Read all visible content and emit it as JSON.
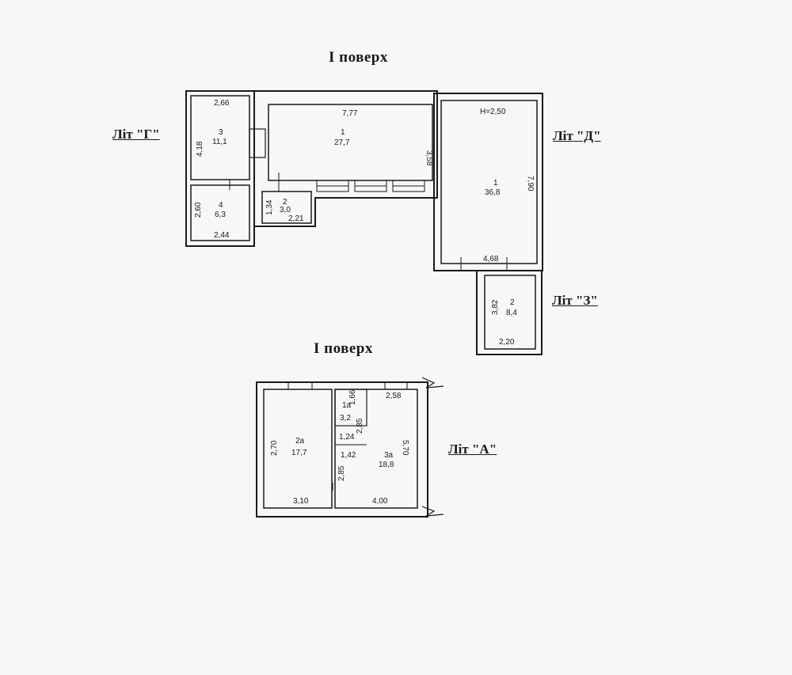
{
  "headings": {
    "top": "I поверх",
    "bottom": "I поверх"
  },
  "labels": {
    "lit_g": "Літ \"Г\"",
    "lit_d": "Літ \"Д\"",
    "lit_z": "Літ \"З\"",
    "lit_a": "Літ \"А\""
  },
  "height_mark": "Н=2,50",
  "rooms": {
    "g3": {
      "num": "3",
      "area": "11,1"
    },
    "g4": {
      "num": "4",
      "area": "6,3"
    },
    "main1": {
      "num": "1",
      "area": "27,7"
    },
    "main2": {
      "num": "2",
      "area": "3,0"
    },
    "d1": {
      "num": "1",
      "area": "36,8"
    },
    "z2": {
      "num": "2",
      "area": "8,4"
    },
    "a2": {
      "num": "2а",
      "area": "17,7"
    },
    "a1": {
      "num": "1а",
      "area": "3,2"
    },
    "a3": {
      "num": "3а",
      "area": "18,8"
    }
  },
  "dims": {
    "g3_w": "2,66",
    "g3_h": "4,18",
    "g4_h": "2,60",
    "g4_w": "2,44",
    "m1_w": "7,77",
    "m1_h": "3,58",
    "m2_h": "1,34",
    "m2_w": "2,21",
    "d1_h": "7,90",
    "d1_w": "4,68",
    "z2_h": "3,82",
    "z2_w": "2,20",
    "a2_h": "2,70",
    "a2_w": "3,10",
    "a1_h": "1,66",
    "a1_v": "2,85",
    "a1_w": "1,24",
    "a3_top": "2,58",
    "a3_h": "5,70",
    "a3_w": "4,00",
    "a_mid": "1,42",
    "a_door": "2,85"
  }
}
